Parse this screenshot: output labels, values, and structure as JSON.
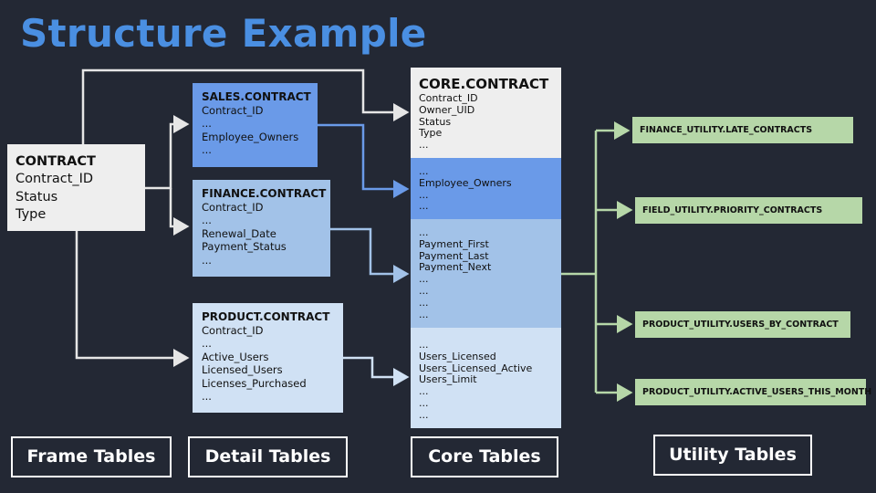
{
  "title": "Structure Example",
  "frame": {
    "header": "CONTRACT",
    "lines": [
      "Contract_ID",
      "Status",
      "Type"
    ]
  },
  "sales": {
    "header": "SALES.CONTRACT",
    "lines": [
      "Contract_ID",
      "...",
      "Employee_Owners",
      "..."
    ]
  },
  "finance": {
    "header": "FINANCE.CONTRACT",
    "lines": [
      "Contract_ID",
      "...",
      "Renewal_Date",
      "Payment_Status",
      "..."
    ]
  },
  "product": {
    "header": "PRODUCT.CONTRACT",
    "lines": [
      "Contract_ID",
      "...",
      "Active_Users",
      "Licensed_Users",
      "Licenses_Purchased",
      "..."
    ]
  },
  "core": {
    "header": "CORE.CONTRACT",
    "seg1": [
      "Contract_ID",
      "Owner_UID",
      "Status",
      "Type",
      "..."
    ],
    "seg2": [
      "...",
      "Employee_Owners",
      "...",
      "..."
    ],
    "seg3": [
      "...",
      "Payment_First",
      "Payment_Last",
      "Payment_Next",
      "...",
      "...",
      "...",
      "..."
    ],
    "seg4": [
      "...",
      "Users_Licensed",
      "Users_Licensed_Active",
      "Users_Limit",
      "...",
      "...",
      "..."
    ]
  },
  "utility": [
    "FINANCE_UTILITY.LATE_CONTRACTS",
    "FIELD_UTILITY.PRIORITY_CONTRACTS",
    "PRODUCT_UTILITY.USERS_BY_CONTRACT",
    "PRODUCT_UTILITY.ACTIVE_USERS_THIS_MONTH"
  ],
  "labels": {
    "frame": "Frame Tables",
    "detail": "Detail Tables",
    "core": "Core Tables",
    "utility": "Utility Tables"
  },
  "colors": {
    "background": "#232834",
    "title": "#4a8fe2",
    "sales": "#6a9ae8",
    "finance": "#a2c2e8",
    "product": "#d0e1f4",
    "core_top": "#eeeeee",
    "utility": "#b6d7a8",
    "connector_white": "#e6e6e6",
    "connector_green": "#b6d7a8"
  }
}
